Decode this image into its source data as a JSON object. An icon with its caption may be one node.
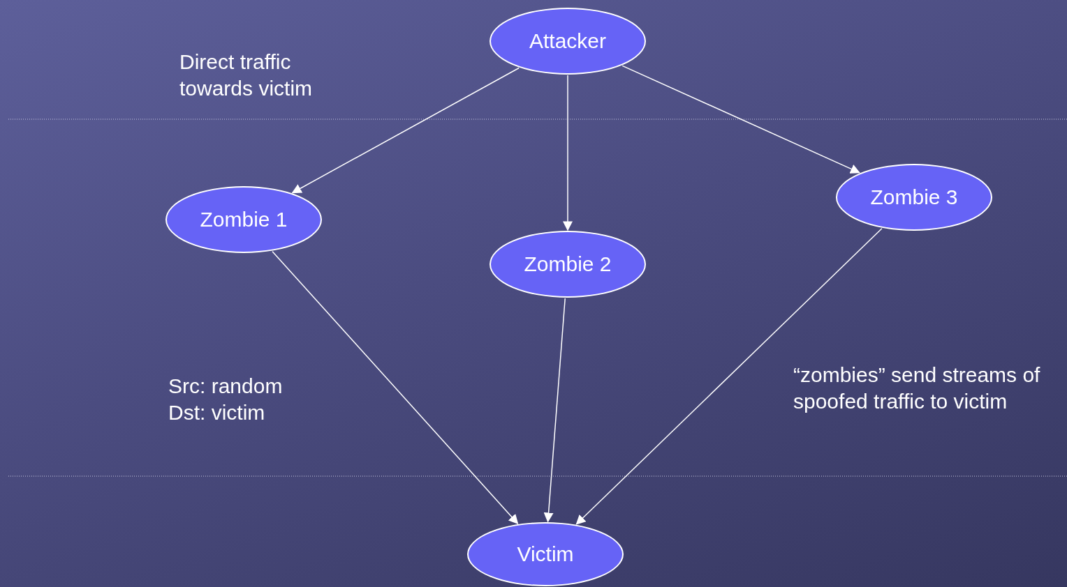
{
  "diagram": {
    "nodes": [
      {
        "text": [
          "Attacker"
        ]
      },
      {
        "text": [
          "Zombie 1"
        ]
      },
      {
        "text": [
          "Zombie 2"
        ]
      },
      {
        "text": [
          "Zombie 3"
        ]
      },
      {
        "text": [
          "Victim"
        ]
      }
    ],
    "edges": [
      {
        "from": 0,
        "to": 1,
        "arrow": "to"
      },
      {
        "from": 0,
        "to": 2,
        "arrow": "to"
      },
      {
        "from": 0,
        "to": 3,
        "arrow": "to"
      },
      {
        "from": 1,
        "to": 4,
        "arrow": "to"
      },
      {
        "from": 2,
        "to": 4,
        "arrow": "to"
      },
      {
        "from": 3,
        "to": 4,
        "arrow": "to"
      }
    ],
    "labels": [
      "Direct traffic towards victim",
      "Src: random",
      "Dst: victim",
      "“zombies” send streams of spoofed traffic to victim"
    ]
  }
}
